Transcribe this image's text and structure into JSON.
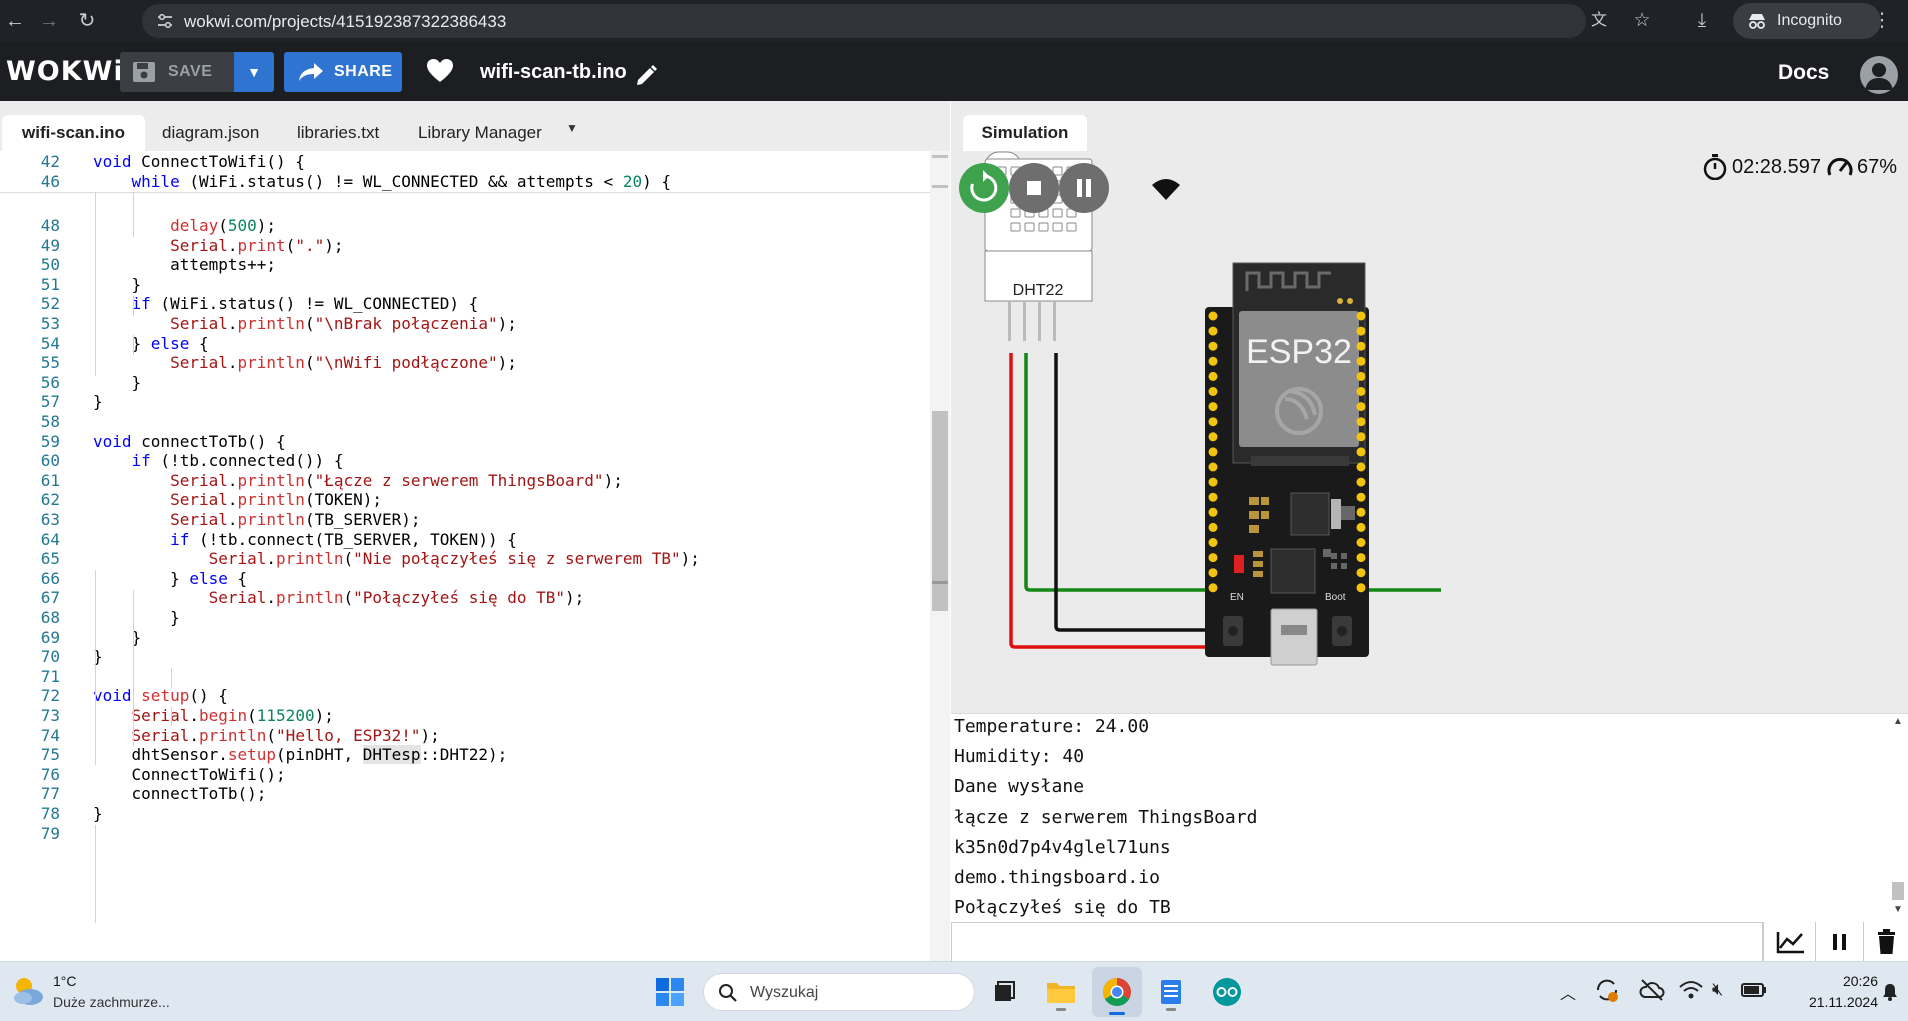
{
  "browser": {
    "url": "wokwi.com/projects/415192387322386433",
    "incognito_label": "Incognito"
  },
  "header": {
    "logo": "WOKWi",
    "save_label": "SAVE",
    "share_label": "SHARE",
    "project_name": "wifi-scan-tb.ino",
    "docs_label": "Docs"
  },
  "editor": {
    "tabs": [
      "wifi-scan.ino",
      "diagram.json",
      "libraries.txt",
      "Library Manager"
    ],
    "sticky": [
      {
        "n": "42",
        "code": "void ConnectToWifi() {"
      },
      {
        "n": "46",
        "code": "    while (WiFi.status() != WL_CONNECTED && attempts < 20) {"
      }
    ],
    "lines": [
      {
        "n": "48",
        "code": "        delay(500);"
      },
      {
        "n": "49",
        "code": "        Serial.print(\".\");"
      },
      {
        "n": "50",
        "code": "        attempts++;"
      },
      {
        "n": "51",
        "code": "    }"
      },
      {
        "n": "52",
        "code": "    if (WiFi.status() != WL_CONNECTED) {"
      },
      {
        "n": "53",
        "code": "        Serial.println(\"\\nBrak połączenia\");"
      },
      {
        "n": "54",
        "code": "    } else {"
      },
      {
        "n": "55",
        "code": "        Serial.println(\"\\nWifi podłączone\");"
      },
      {
        "n": "56",
        "code": "    }"
      },
      {
        "n": "57",
        "code": "}"
      },
      {
        "n": "58",
        "code": ""
      },
      {
        "n": "59",
        "code": "void connectToTb() {"
      },
      {
        "n": "60",
        "code": "    if (!tb.connected()) {"
      },
      {
        "n": "61",
        "code": "        Serial.println(\"Łącze z serwerem ThingsBoard\");"
      },
      {
        "n": "62",
        "code": "        Serial.println(TOKEN);"
      },
      {
        "n": "63",
        "code": "        Serial.println(TB_SERVER);"
      },
      {
        "n": "64",
        "code": "        if (!tb.connect(TB_SERVER, TOKEN)) {"
      },
      {
        "n": "65",
        "code": "            Serial.println(\"Nie połączyłeś się z serwerem TB\");"
      },
      {
        "n": "66",
        "code": "        } else {"
      },
      {
        "n": "67",
        "code": "            Serial.println(\"Połączyłeś się do TB\");"
      },
      {
        "n": "68",
        "code": "        }"
      },
      {
        "n": "69",
        "code": "    }"
      },
      {
        "n": "70",
        "code": "}"
      },
      {
        "n": "71",
        "code": ""
      },
      {
        "n": "72",
        "code": "void setup() {"
      },
      {
        "n": "73",
        "code": "    Serial.begin(115200);"
      },
      {
        "n": "74",
        "code": "    Serial.println(\"Hello, ESP32!\");"
      },
      {
        "n": "75",
        "code": "    dhtSensor.setup(pinDHT, DHTesp::DHT22);"
      },
      {
        "n": "76",
        "code": "    ConnectToWifi();"
      },
      {
        "n": "77",
        "code": "    connectToTb();"
      },
      {
        "n": "78",
        "code": "}"
      },
      {
        "n": "79",
        "code": ""
      }
    ]
  },
  "simulation": {
    "tab_label": "Simulation",
    "timer": "02:28.597",
    "speed": "67%",
    "dht_label": "DHT22",
    "esp_label": "ESP32",
    "en_label": "EN",
    "boot_label": "Boot"
  },
  "serial": {
    "lines": [
      "Temperature: 24.00",
      "Humidity: 40",
      "Dane wysłane",
      "łącze z serwerem ThingsBoard",
      "k35n0d7p4v4glel71uns",
      "demo.thingsboard.io",
      "Połączyłeś się do TB"
    ]
  },
  "taskbar": {
    "weather_temp": "1°C",
    "weather_desc": "Duże zachmurze...",
    "search_placeholder": "Wyszukaj",
    "time": "20:26",
    "date": "21.11.2024"
  },
  "colors": {
    "accent": "#2f74d0",
    "header_bg": "#1c1e21",
    "sim_bg": "#ebebeb",
    "restart_green": "#3fa34d"
  }
}
